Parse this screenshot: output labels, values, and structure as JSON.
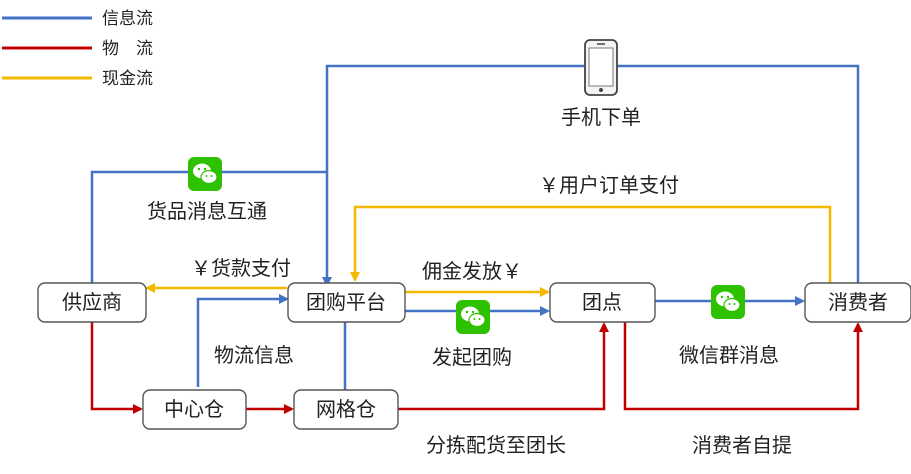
{
  "colors": {
    "info": "#4472C4",
    "logistics": "#C00000",
    "cash": "#F5B800",
    "wechat": "#2DC100"
  },
  "legend": [
    {
      "key": "info",
      "label": "信息流"
    },
    {
      "key": "logistics",
      "label": "物　流"
    },
    {
      "key": "cash",
      "label": "现金流"
    }
  ],
  "nodes": {
    "supplier": "供应商",
    "platform": "团购平台",
    "group_point": "团点",
    "consumer": "消费者",
    "central_warehouse": "中心仓",
    "grid_warehouse": "网格仓"
  },
  "labels": {
    "phone_order": "手机下单",
    "goods_communication": "货品消息互通",
    "user_payment": "￥用户订单支付",
    "goods_payment": "￥货款支付",
    "commission": "佣金发放￥",
    "logistics_info": "物流信息",
    "start_group_buy": "发起团购",
    "wechat_group_msg": "微信群消息",
    "sort_ship": "分拣配货至团长",
    "self_pickup": "消费者自提"
  }
}
